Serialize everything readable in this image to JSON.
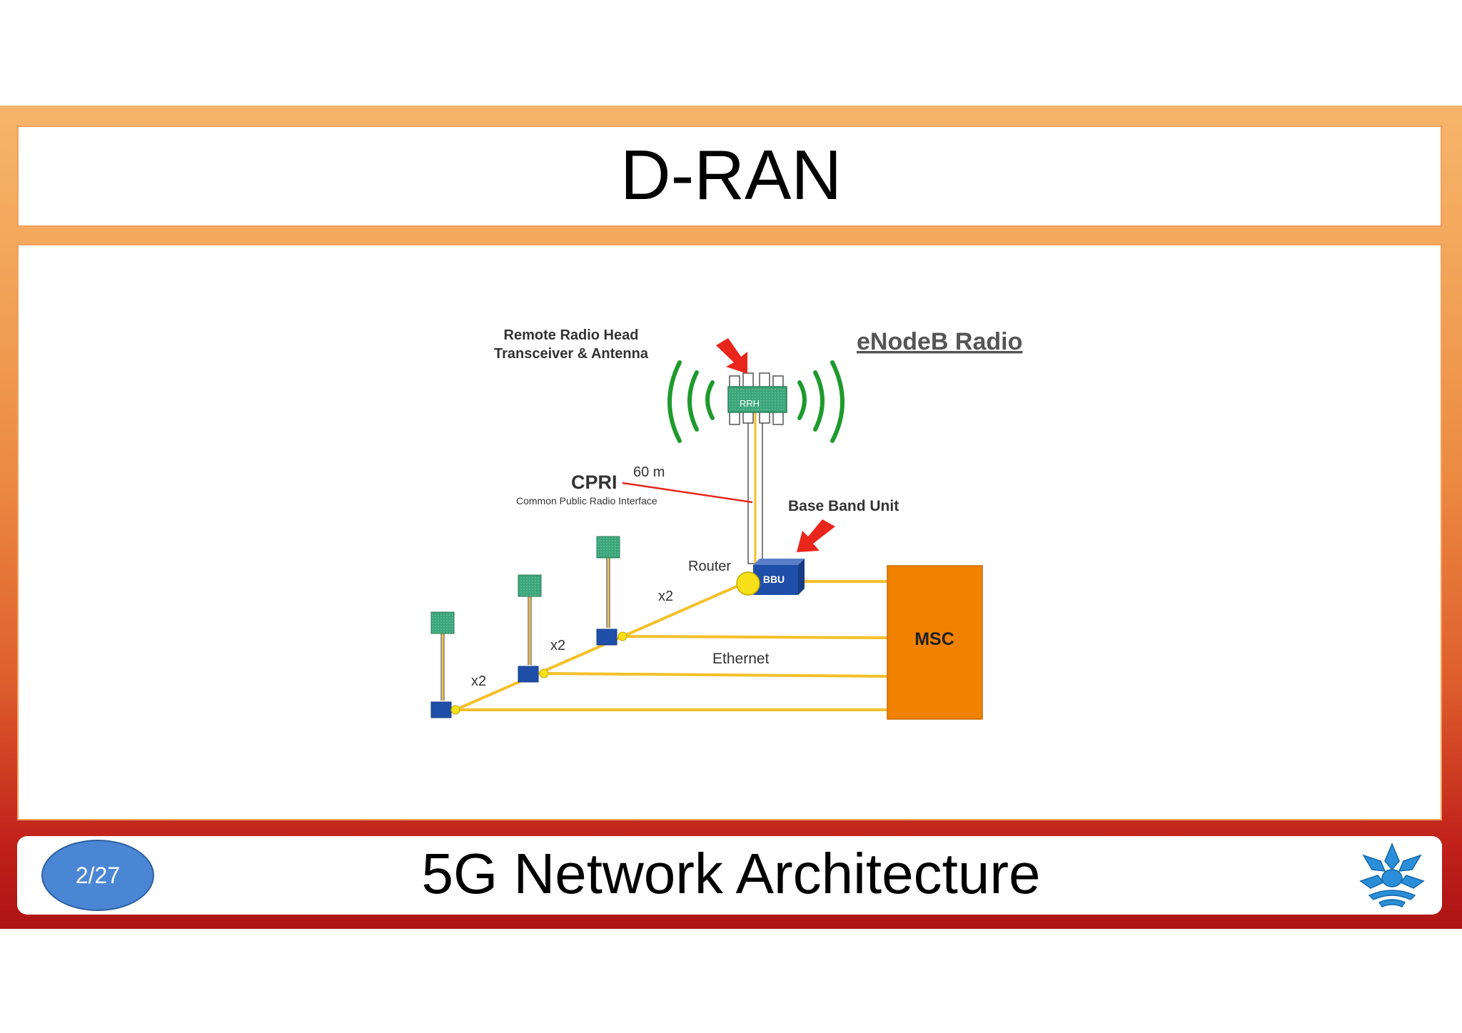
{
  "slide": {
    "title": "D-RAN",
    "footer_title": "5G Network Architecture",
    "page_number": "2/27",
    "logo_icon": "lotus-logo-icon"
  },
  "diagram": {
    "labels": {
      "rrh_title_line1": "Remote Radio Head",
      "rrh_title_line2": "Transceiver & Antenna",
      "enodeb": "eNodeB Radio",
      "rrh_box": "RRH",
      "cpri": "CPRI",
      "cpri_desc": "Common Public Radio Interface",
      "distance": "60 m",
      "bbu_title": "Base Band Unit",
      "bbu_box": "BBU",
      "router": "Router",
      "x2_a": "x2",
      "x2_b": "x2",
      "x2_c": "x2",
      "ethernet": "Ethernet",
      "msc": "MSC"
    },
    "colors": {
      "link": "#f5c02a",
      "msc": "#f08200",
      "bbu": "#1f4fa8",
      "antenna": "#3aa57a",
      "signal": "#1f9a2e",
      "arrow": "#e8261c",
      "router": "#f7e017"
    }
  }
}
